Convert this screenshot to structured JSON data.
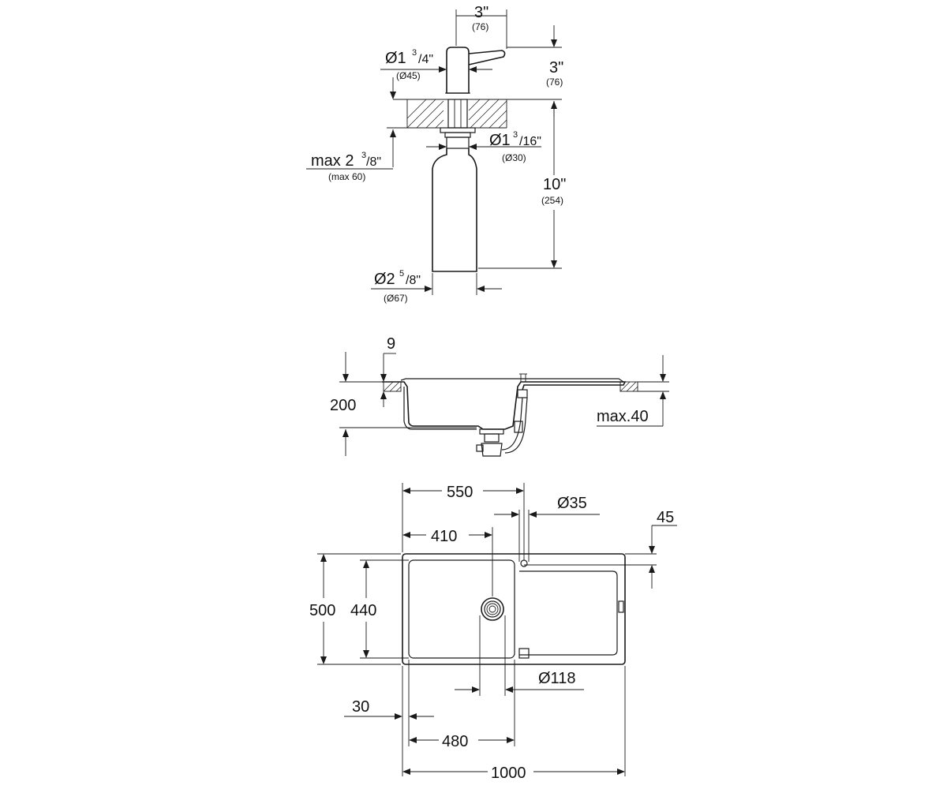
{
  "dispenser": {
    "width_in": "3\"",
    "width_mm": "(76)",
    "head_height_in": "3\"",
    "head_height_mm": "(76)",
    "collar_dia_whole": "Ø1",
    "collar_dia_num": "3",
    "collar_dia_den": "/4\"",
    "collar_dia_mm": "(Ø45)",
    "max_thickness_whole": "max 2",
    "max_thickness_num": "3",
    "max_thickness_den": "/8\"",
    "max_thickness_mm": "(max 60)",
    "shank_dia_whole": "Ø1",
    "shank_dia_num": "3",
    "shank_dia_den": "/16\"",
    "shank_dia_mm": "(Ø30)",
    "total_length_in": "10\"",
    "total_length_mm": "(254)",
    "bottle_dia_whole": "Ø2",
    "bottle_dia_num": "5",
    "bottle_dia_den": "/8\"",
    "bottle_dia_mm": "(Ø67)"
  },
  "sink_section": {
    "rim": "9",
    "depth": "200",
    "max_counter": "max.40"
  },
  "sink_plan": {
    "dim_550": "550",
    "dim_tap_hole": "Ø35",
    "dim_45": "45",
    "dim_410": "410",
    "dim_500": "500",
    "dim_440": "440",
    "dim_waste": "Ø118",
    "dim_30": "30",
    "dim_480": "480",
    "dim_1000": "1000"
  }
}
